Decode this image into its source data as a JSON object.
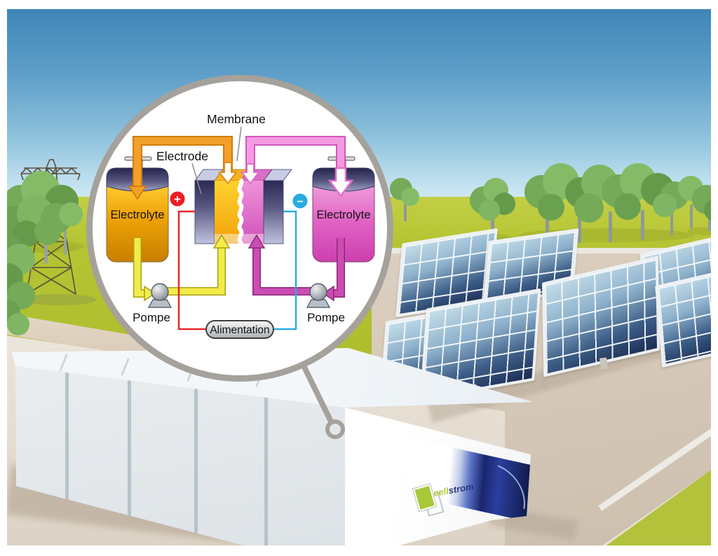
{
  "diagram": {
    "membrane_label": "Membrane",
    "electrode_label": "Electrode",
    "electrolyte_left_label": "Electrolyte",
    "electrolyte_right_label": "Electrolyte",
    "positive_terminal": "+",
    "negative_terminal": "−",
    "pump_left_label": "Pompe",
    "pump_right_label": "Pompe",
    "power_supply_label": "Alimentation",
    "colors": {
      "positive_terminal": "#ed1c24",
      "negative_terminal": "#29abe2",
      "orange_pipe": "#f2a02a",
      "yellow_pipe": "#f2ec4a",
      "pink_pipe": "#f49ae2",
      "magenta_pipe": "#cb4cb2",
      "electrolyte_left_fluid": "#efa407",
      "electrolyte_right_fluid": "#e263c6"
    }
  },
  "building": {
    "logo_text_primary": "cell",
    "logo_text_secondary": "strom"
  },
  "scene_colors": {
    "sky_top": "#3f86b8",
    "sky_horizon": "#cfe9f4",
    "grass": "#b5c433",
    "field": "#d5c8b8",
    "magnifier_ring": "#a5a19b"
  }
}
